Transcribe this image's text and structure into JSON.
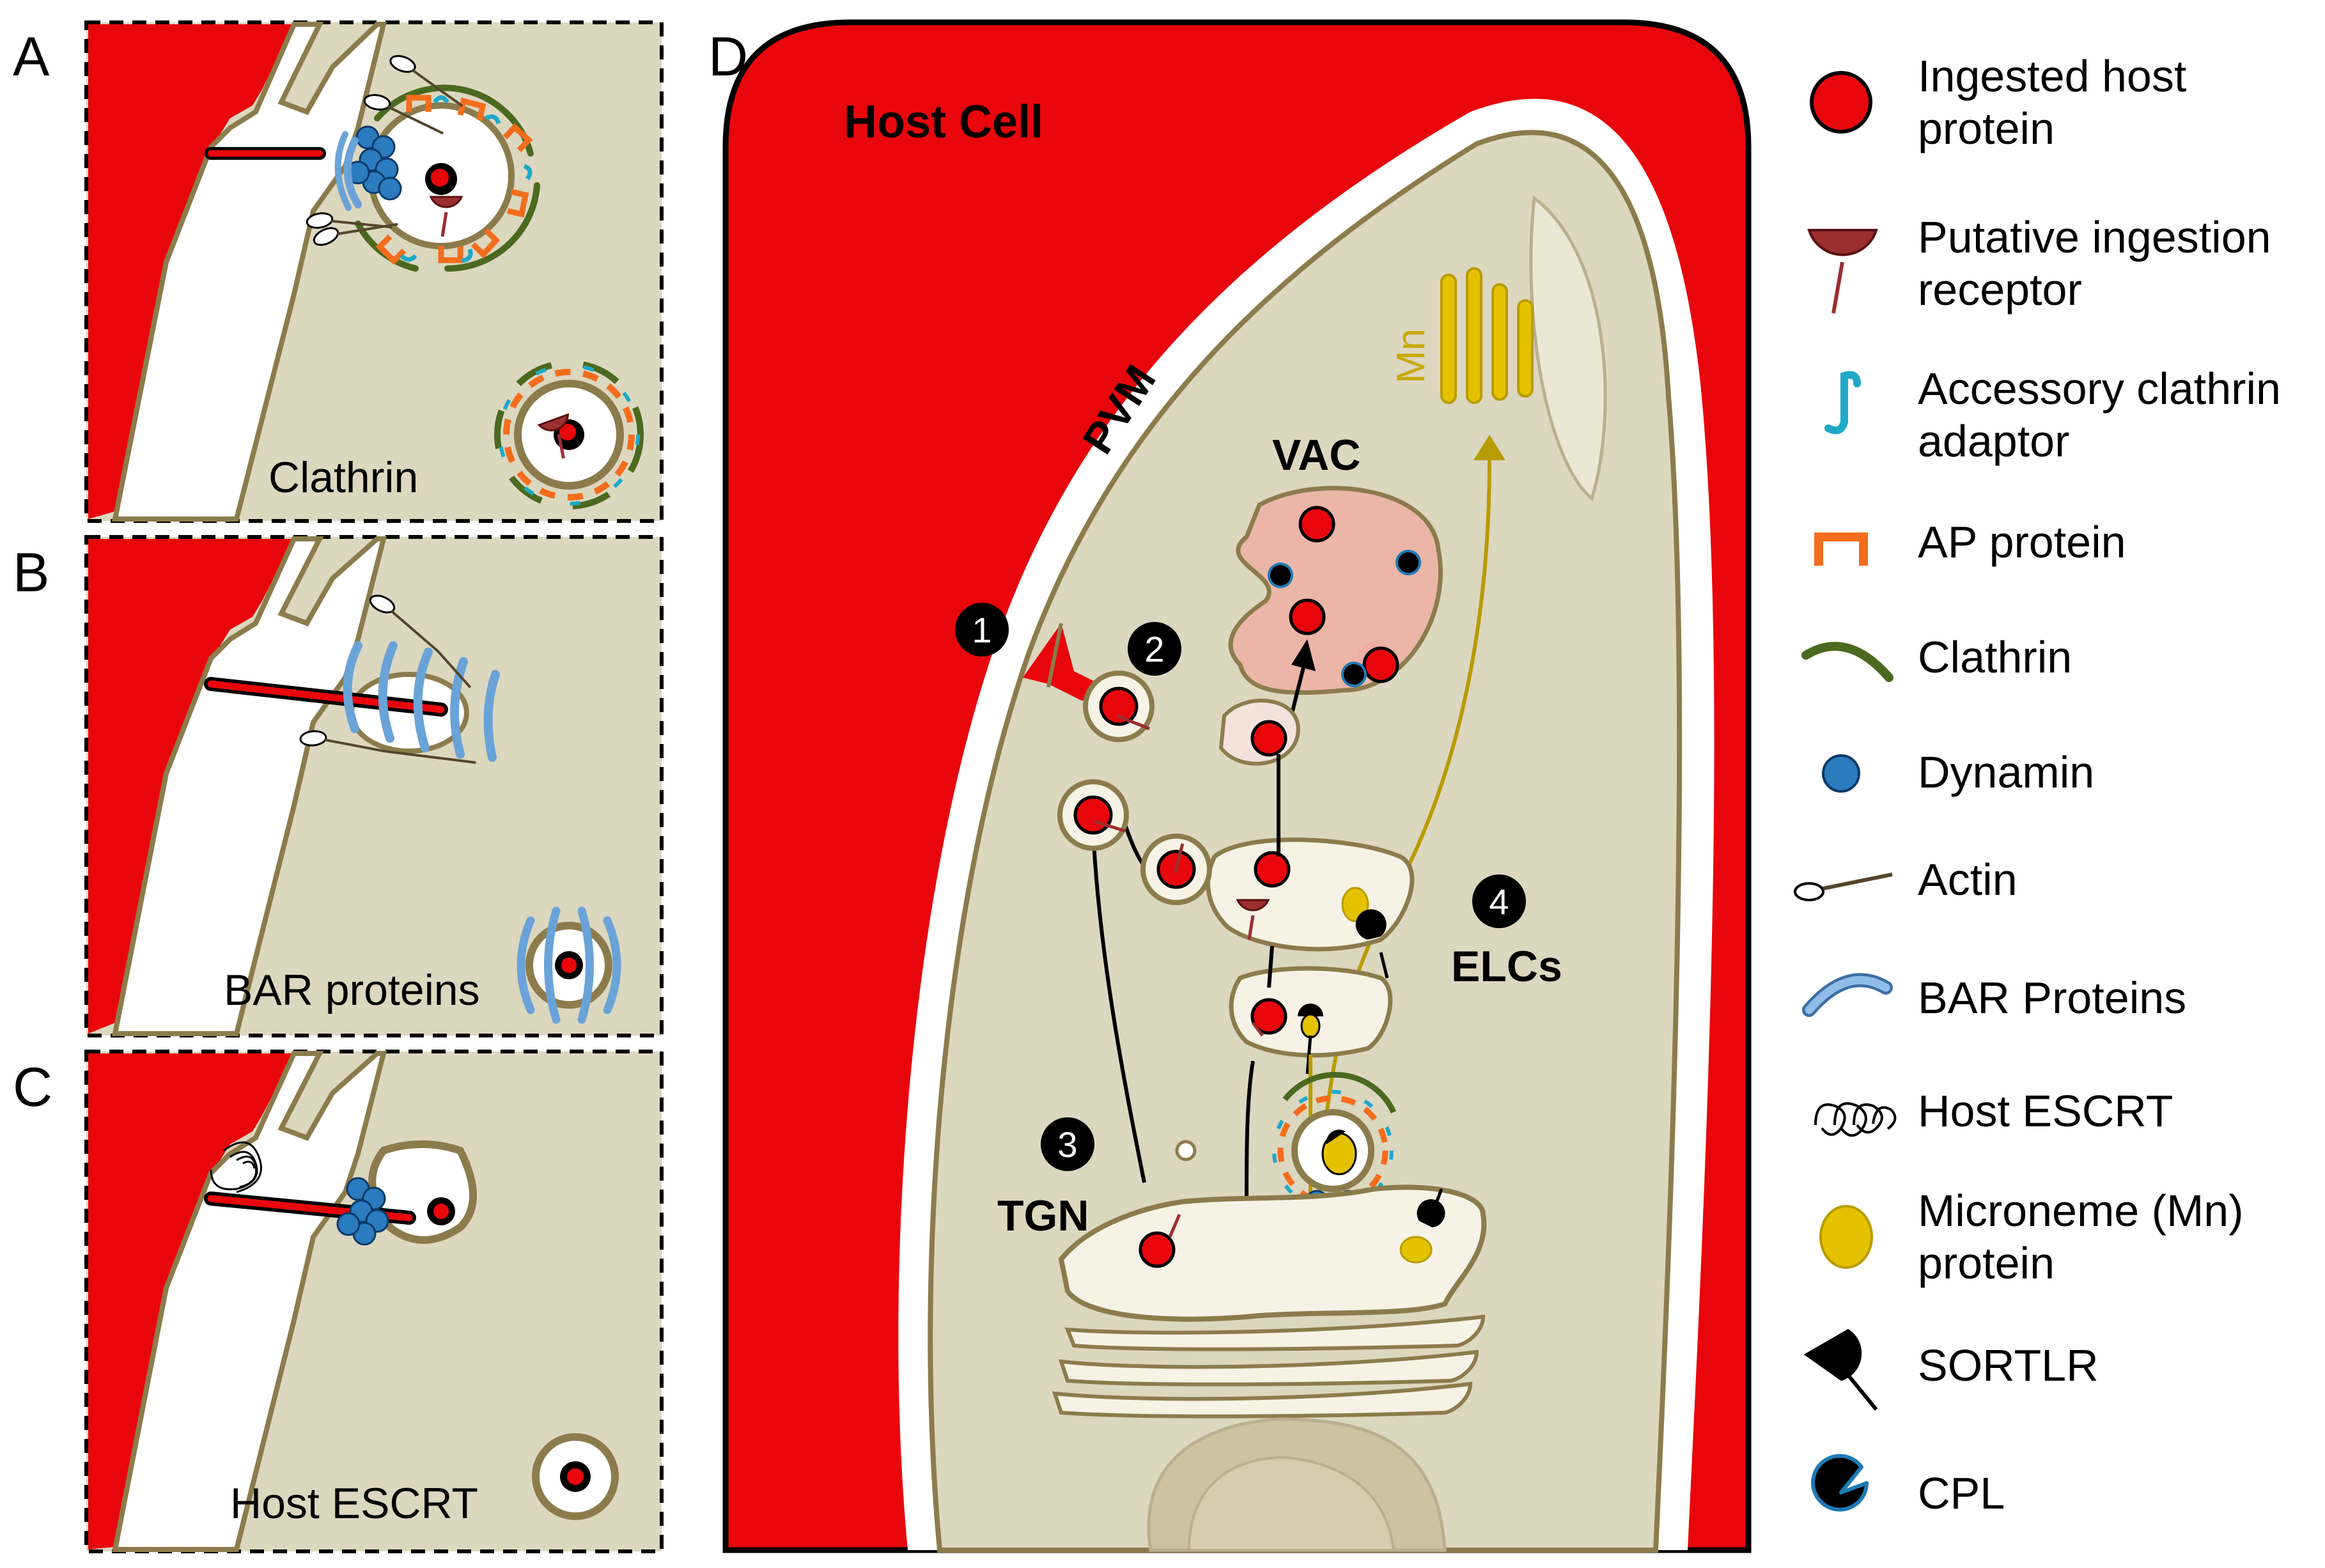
{
  "panels": {
    "A": {
      "letter": "A",
      "caption": "Clathrin"
    },
    "B": {
      "letter": "B",
      "caption": "BAR proteins"
    },
    "C": {
      "letter": "C",
      "caption": "Host ESCRT"
    },
    "D": {
      "letter": "D"
    }
  },
  "main": {
    "host_cell": "Host Cell",
    "pvm": "PVM",
    "vac": "VAC",
    "mn": "Mn",
    "tgn": "TGN",
    "elcs": "ELCs",
    "steps": [
      "1",
      "2",
      "3",
      "4"
    ]
  },
  "legend": {
    "items": [
      {
        "id": "ingested",
        "lines": [
          "Ingested host",
          "protein"
        ]
      },
      {
        "id": "receptor",
        "lines": [
          "Putative ingestion",
          "receptor"
        ]
      },
      {
        "id": "accessory",
        "lines": [
          "Accessory clathrin",
          "adaptor"
        ]
      },
      {
        "id": "ap",
        "lines": [
          "AP protein"
        ]
      },
      {
        "id": "clathrin",
        "lines": [
          "Clathrin"
        ]
      },
      {
        "id": "dynamin",
        "lines": [
          "Dynamin"
        ]
      },
      {
        "id": "actin",
        "lines": [
          "Actin"
        ]
      },
      {
        "id": "bar",
        "lines": [
          "BAR Proteins"
        ]
      },
      {
        "id": "escrt",
        "lines": [
          "Host ESCRT"
        ]
      },
      {
        "id": "micro",
        "lines": [
          "Microneme (Mn)",
          "protein"
        ]
      },
      {
        "id": "sortlr",
        "lines": [
          "SORTLR"
        ]
      },
      {
        "id": "cpl",
        "lines": [
          "CPL"
        ]
      }
    ]
  },
  "colors": {
    "host_red": "#e8060c",
    "cytoplasm": "#dcd7bf",
    "membrane": "#8c7c4c",
    "vac_pink": "#ebb6a7",
    "dynamin": "#2b7bbf",
    "clathrin": "#4a6a1f",
    "ap": "#f36d1d",
    "accessory": "#1ea9c8",
    "bar": "#6aa3d8",
    "receptor": "#9b2f30",
    "microneme": "#e4c200",
    "actin": "#54462c"
  }
}
